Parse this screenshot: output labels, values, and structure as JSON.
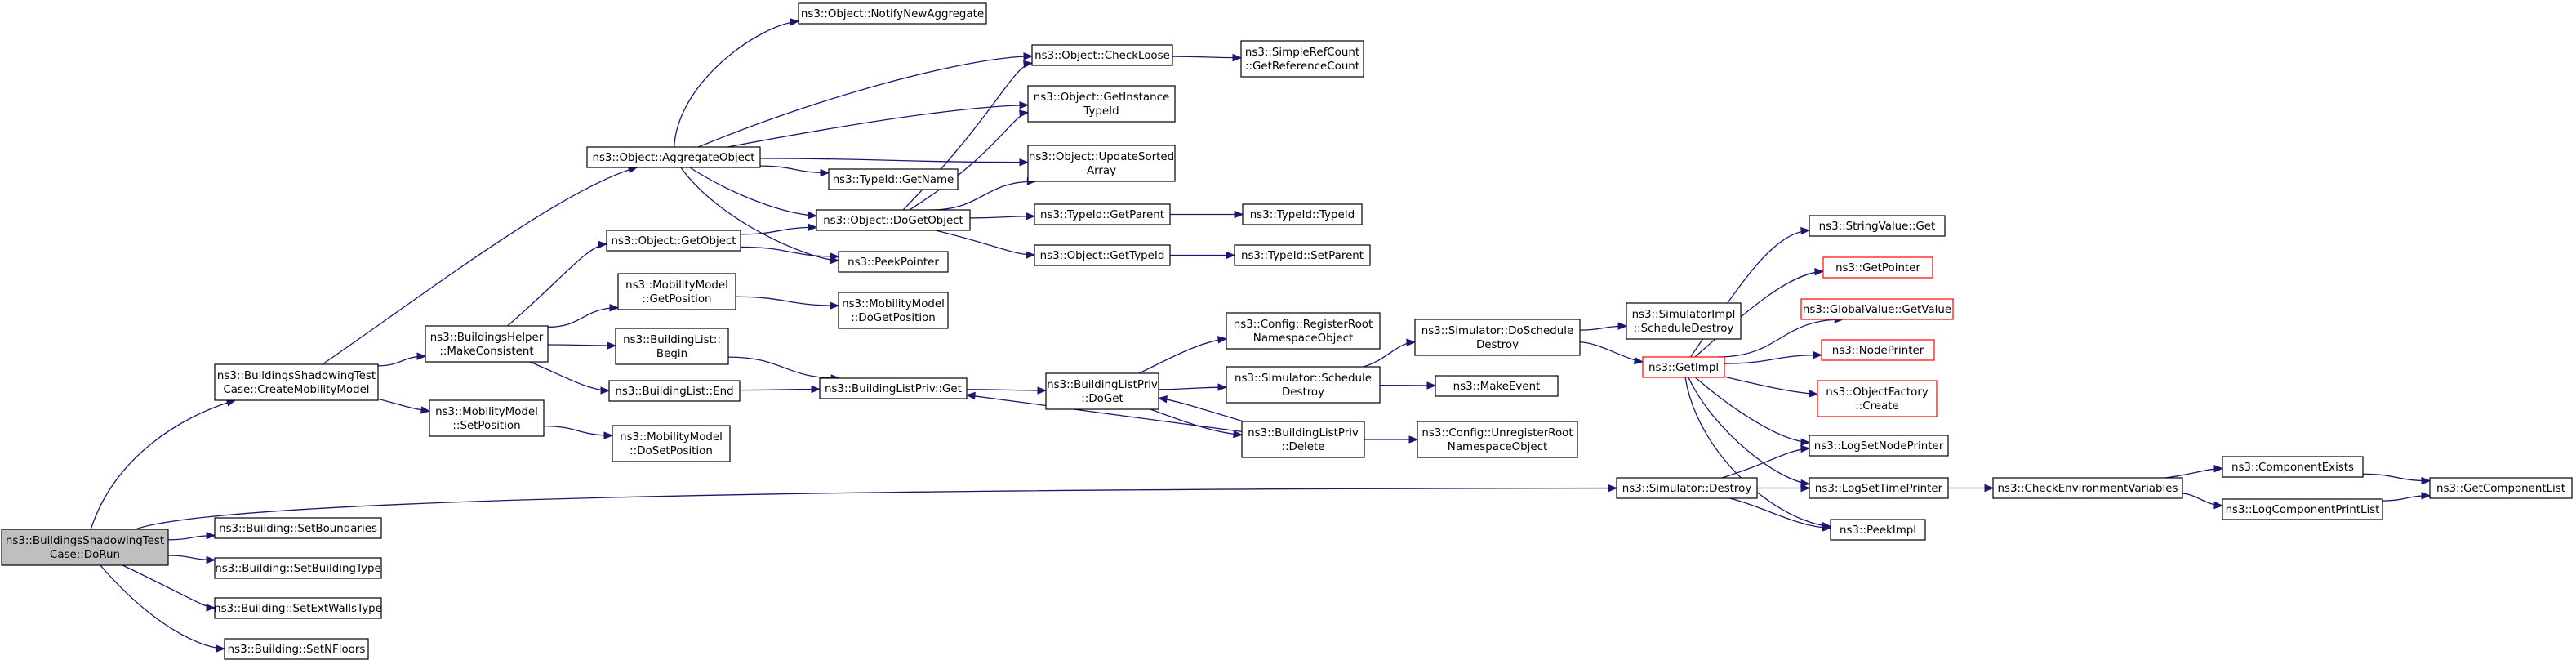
{
  "colors": {
    "edge": "#191970",
    "root_fill": "#bfbfbf",
    "truncated_border": "#ff0000",
    "node_border": "#000000",
    "background": "#ffffff"
  },
  "nodes": [
    {
      "id": "dorun",
      "lines": [
        "ns3::BuildingsShadowingTest",
        "Case::DoRun"
      ],
      "style": "root"
    },
    {
      "id": "createmob",
      "lines": [
        "ns3::BuildingsShadowingTest",
        "Case::CreateMobilityModel"
      ]
    },
    {
      "id": "setbound",
      "lines": [
        "ns3::Building::SetBoundaries"
      ]
    },
    {
      "id": "setbtype",
      "lines": [
        "ns3::Building::SetBuildingType"
      ]
    },
    {
      "id": "setewt",
      "lines": [
        "ns3::Building::SetExtWallsType"
      ]
    },
    {
      "id": "setnfl",
      "lines": [
        "ns3::Building::SetNFloors"
      ]
    },
    {
      "id": "aggobj",
      "lines": [
        "ns3::Object::AggregateObject"
      ]
    },
    {
      "id": "makecons",
      "lines": [
        "ns3::BuildingsHelper",
        "::MakeConsistent"
      ]
    },
    {
      "id": "mmsetpos",
      "lines": [
        "ns3::MobilityModel",
        "::SetPosition"
      ]
    },
    {
      "id": "notify",
      "lines": [
        "ns3::Object::NotifyNewAggregate"
      ]
    },
    {
      "id": "typename",
      "lines": [
        "ns3::TypeId::GetName"
      ]
    },
    {
      "id": "dogetobj",
      "lines": [
        "ns3::Object::DoGetObject"
      ]
    },
    {
      "id": "peek",
      "lines": [
        "ns3::PeekPointer"
      ]
    },
    {
      "id": "getobj",
      "lines": [
        "ns3::Object::GetObject"
      ]
    },
    {
      "id": "mmgetpos",
      "lines": [
        "ns3::MobilityModel",
        "::GetPosition"
      ]
    },
    {
      "id": "blbegin",
      "lines": [
        "ns3::BuildingList::",
        "Begin"
      ]
    },
    {
      "id": "blend",
      "lines": [
        "ns3::BuildingList::End"
      ]
    },
    {
      "id": "mmdosetpos",
      "lines": [
        "ns3::MobilityModel",
        "::DoSetPosition"
      ]
    },
    {
      "id": "mmdogetpos",
      "lines": [
        "ns3::MobilityModel",
        "::DoGetPosition"
      ]
    },
    {
      "id": "blpget",
      "lines": [
        "ns3::BuildingListPriv::Get"
      ]
    },
    {
      "id": "checkloose",
      "lines": [
        "ns3::Object::CheckLoose"
      ]
    },
    {
      "id": "getinst",
      "lines": [
        "ns3::Object::GetInstance",
        "TypeId"
      ]
    },
    {
      "id": "updsorted",
      "lines": [
        "ns3::Object::UpdateSorted",
        "Array"
      ]
    },
    {
      "id": "getparent",
      "lines": [
        "ns3::TypeId::GetParent"
      ]
    },
    {
      "id": "objgettid",
      "lines": [
        "ns3::Object::GetTypeId"
      ]
    },
    {
      "id": "refcount",
      "lines": [
        "ns3::SimpleRefCount",
        "::GetReferenceCount"
      ]
    },
    {
      "id": "typeid",
      "lines": [
        "ns3::TypeId::TypeId"
      ]
    },
    {
      "id": "setparent",
      "lines": [
        "ns3::TypeId::SetParent"
      ]
    },
    {
      "id": "blpdoget",
      "lines": [
        "ns3::BuildingListPriv",
        "::DoGet"
      ]
    },
    {
      "id": "blpdelete",
      "lines": [
        "ns3::BuildingListPriv",
        "::Delete"
      ]
    },
    {
      "id": "regroot",
      "lines": [
        "ns3::Config::RegisterRoot",
        "NamespaceObject"
      ]
    },
    {
      "id": "simschd",
      "lines": [
        "ns3::Simulator::Schedule",
        "Destroy"
      ]
    },
    {
      "id": "unregroot",
      "lines": [
        "ns3::Config::UnregisterRoot",
        "NamespaceObject"
      ]
    },
    {
      "id": "makeevent",
      "lines": [
        "ns3::MakeEvent"
      ]
    },
    {
      "id": "simdoschd",
      "lines": [
        "ns3::Simulator::DoSchedule",
        "Destroy"
      ]
    },
    {
      "id": "simimplschd",
      "lines": [
        "ns3::SimulatorImpl",
        "::ScheduleDestroy"
      ]
    },
    {
      "id": "getimpl",
      "lines": [
        "ns3::GetImpl"
      ],
      "style": "trunc"
    },
    {
      "id": "simdestroy",
      "lines": [
        "ns3::Simulator::Destroy"
      ]
    },
    {
      "id": "strget",
      "lines": [
        "ns3::StringValue::Get"
      ]
    },
    {
      "id": "getpointer",
      "lines": [
        "ns3::GetPointer"
      ],
      "style": "trunc"
    },
    {
      "id": "gvget",
      "lines": [
        "ns3::GlobalValue::GetValue"
      ],
      "style": "trunc"
    },
    {
      "id": "nodeprinter",
      "lines": [
        "ns3::NodePrinter"
      ],
      "style": "trunc"
    },
    {
      "id": "objfactory",
      "lines": [
        "ns3::ObjectFactory",
        "::Create"
      ],
      "style": "trunc"
    },
    {
      "id": "lognode",
      "lines": [
        "ns3::LogSetNodePrinter"
      ]
    },
    {
      "id": "logtime",
      "lines": [
        "ns3::LogSetTimePrinter"
      ]
    },
    {
      "id": "peekimpl",
      "lines": [
        "ns3::PeekImpl"
      ]
    },
    {
      "id": "checkenv",
      "lines": [
        "ns3::CheckEnvironmentVariables"
      ]
    },
    {
      "id": "compexists",
      "lines": [
        "ns3::ComponentExists"
      ]
    },
    {
      "id": "logcomplist",
      "lines": [
        "ns3::LogComponentPrintList"
      ]
    },
    {
      "id": "getcomplist",
      "lines": [
        "ns3::GetComponentList"
      ]
    }
  ],
  "edges": [
    [
      "dorun",
      "createmob"
    ],
    [
      "dorun",
      "setbound"
    ],
    [
      "dorun",
      "setbtype"
    ],
    [
      "dorun",
      "setewt"
    ],
    [
      "dorun",
      "setnfl"
    ],
    [
      "dorun",
      "simdestroy"
    ],
    [
      "createmob",
      "aggobj"
    ],
    [
      "createmob",
      "makecons"
    ],
    [
      "createmob",
      "mmsetpos"
    ],
    [
      "aggobj",
      "notify"
    ],
    [
      "aggobj",
      "checkloose"
    ],
    [
      "aggobj",
      "getinst"
    ],
    [
      "aggobj",
      "updsorted"
    ],
    [
      "aggobj",
      "typename"
    ],
    [
      "aggobj",
      "dogetobj"
    ],
    [
      "aggobj",
      "peek"
    ],
    [
      "makecons",
      "getobj"
    ],
    [
      "makecons",
      "mmgetpos"
    ],
    [
      "makecons",
      "blbegin"
    ],
    [
      "makecons",
      "blend"
    ],
    [
      "mmsetpos",
      "mmdosetpos"
    ],
    [
      "getobj",
      "dogetobj"
    ],
    [
      "getobj",
      "peek"
    ],
    [
      "mmgetpos",
      "mmdogetpos"
    ],
    [
      "blbegin",
      "blpget"
    ],
    [
      "blend",
      "blpget"
    ],
    [
      "dogetobj",
      "checkloose"
    ],
    [
      "dogetobj",
      "getinst"
    ],
    [
      "dogetobj",
      "updsorted"
    ],
    [
      "dogetobj",
      "getparent"
    ],
    [
      "dogetobj",
      "objgettid"
    ],
    [
      "checkloose",
      "refcount"
    ],
    [
      "getparent",
      "typeid"
    ],
    [
      "objgettid",
      "setparent"
    ],
    [
      "blpget",
      "blpdoget"
    ],
    [
      "blpdoget",
      "regroot"
    ],
    [
      "blpdoget",
      "simschd"
    ],
    [
      "blpdoget",
      "blpdelete"
    ],
    [
      "blpdelete",
      "blpget"
    ],
    [
      "blpdelete",
      "blpdoget"
    ],
    [
      "blpdelete",
      "unregroot"
    ],
    [
      "simschd",
      "simdoschd"
    ],
    [
      "simschd",
      "makeevent"
    ],
    [
      "simdoschd",
      "simimplschd"
    ],
    [
      "simdoschd",
      "getimpl"
    ],
    [
      "getimpl",
      "strget"
    ],
    [
      "getimpl",
      "getpointer"
    ],
    [
      "getimpl",
      "gvget"
    ],
    [
      "getimpl",
      "nodeprinter"
    ],
    [
      "getimpl",
      "objfactory"
    ],
    [
      "getimpl",
      "lognode"
    ],
    [
      "getimpl",
      "logtime"
    ],
    [
      "getimpl",
      "peekimpl"
    ],
    [
      "simdestroy",
      "lognode"
    ],
    [
      "simdestroy",
      "logtime"
    ],
    [
      "simdestroy",
      "peekimpl"
    ],
    [
      "logtime",
      "checkenv"
    ],
    [
      "checkenv",
      "compexists"
    ],
    [
      "checkenv",
      "logcomplist"
    ],
    [
      "compexists",
      "getcomplist"
    ],
    [
      "logcomplist",
      "getcomplist"
    ]
  ]
}
